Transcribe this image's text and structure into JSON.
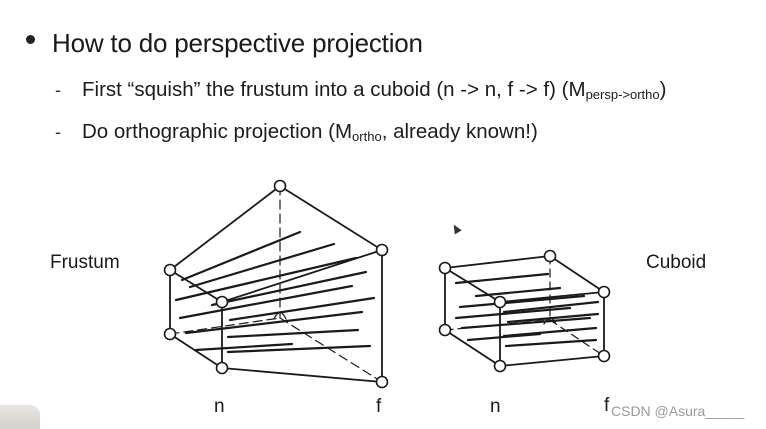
{
  "heading": "How to do perspective projection",
  "bullets": [
    {
      "text_before": "First “squish” the frustum into a cuboid (n -> n, f -> f) (M",
      "subscript": "persp->ortho",
      "text_after": ")"
    },
    {
      "text_before": "Do orthographic projection (M",
      "subscript": "ortho",
      "text_after": ", already known!)"
    }
  ],
  "dash_symbol": "-",
  "diagram": {
    "left_label": "Frustum",
    "right_label": "Cuboid",
    "frustum_near_label": "n",
    "frustum_far_label": "f",
    "cuboid_near_label": "n",
    "cuboid_far_label": "f"
  },
  "watermark": "CSDN @Asura_____",
  "colors": {
    "ink": "#1a1a1a",
    "background": "#ffffff",
    "watermark": "#9a9a9a"
  }
}
